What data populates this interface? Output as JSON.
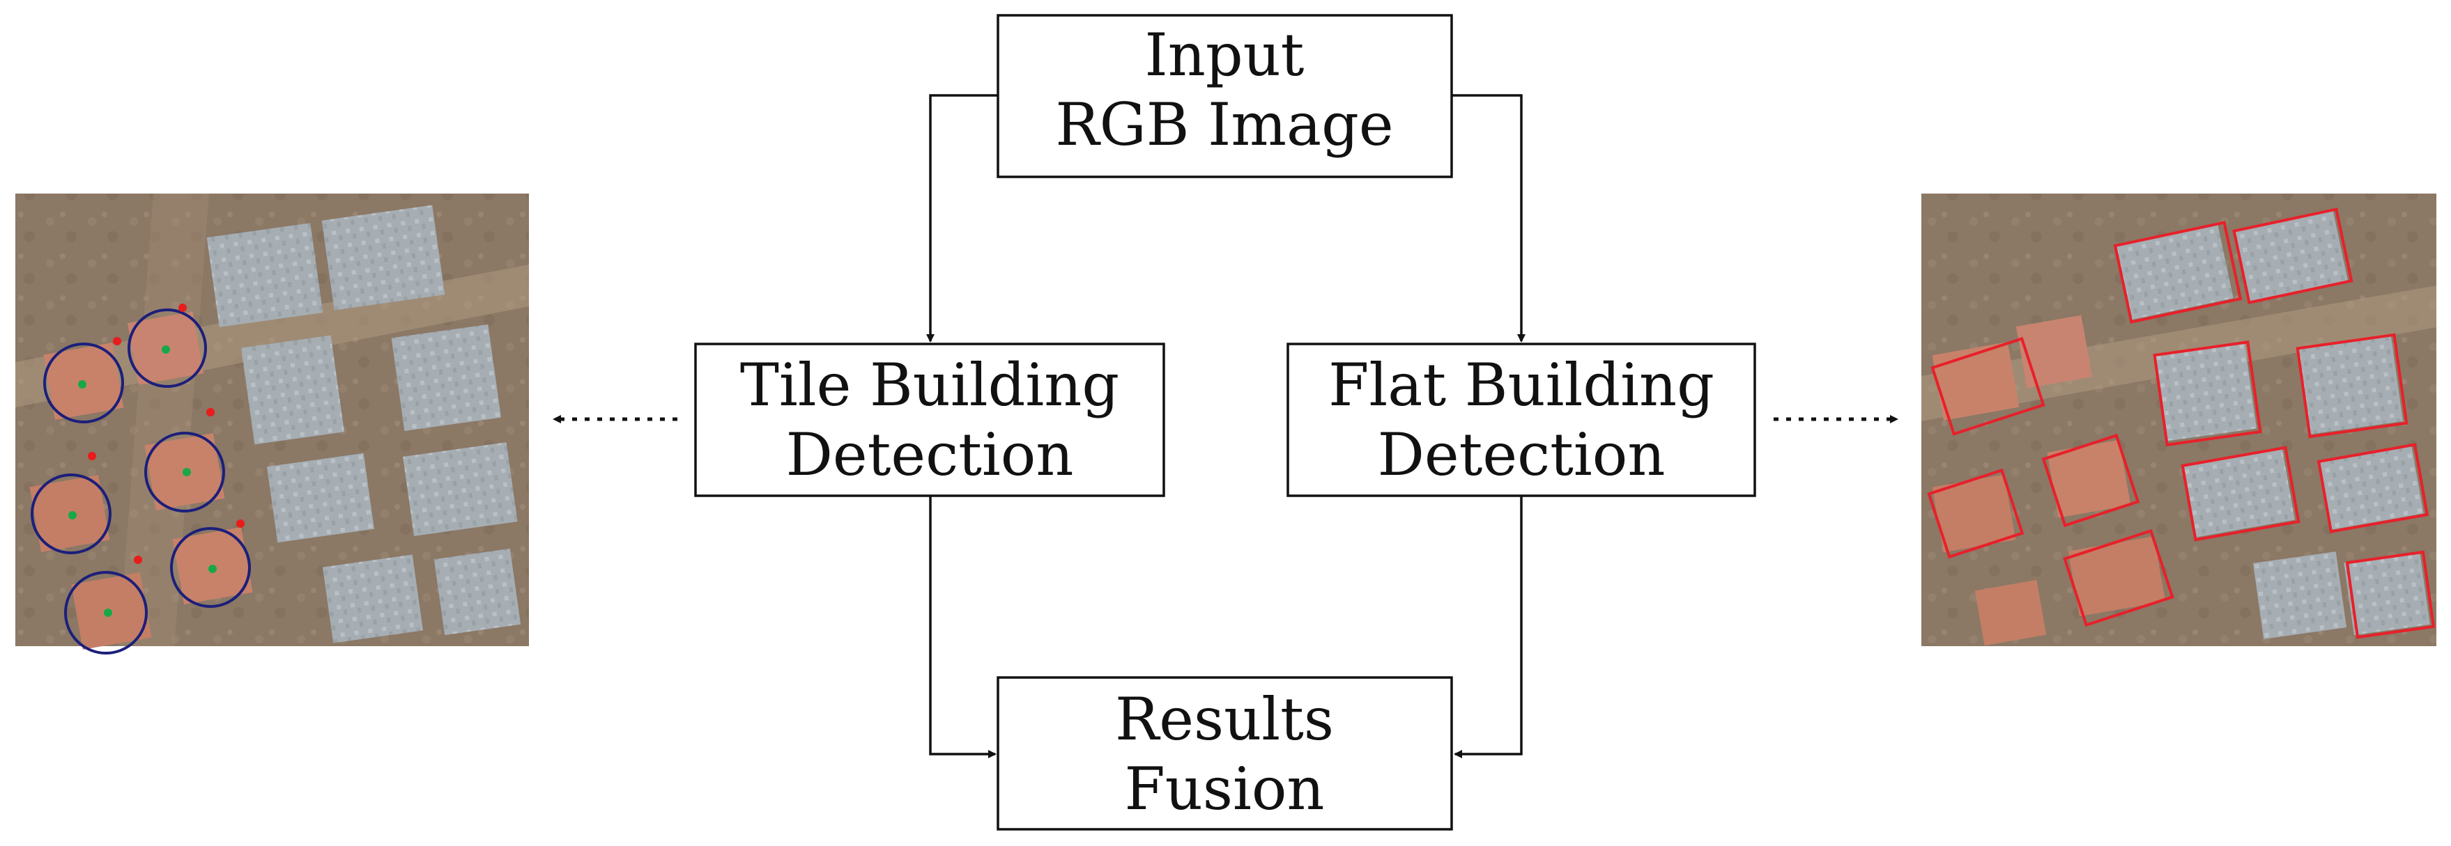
{
  "nodes": {
    "input": {
      "line1": "Input",
      "line2": "RGB Image"
    },
    "tile": {
      "line1": "Tile Building",
      "line2": "Detection"
    },
    "flat": {
      "line1": "Flat Building",
      "line2": "Detection"
    },
    "fusion": {
      "line1": "Results",
      "line2": "Fusion"
    }
  },
  "edges": [
    {
      "from": "input",
      "to": "tile",
      "style": "solid"
    },
    {
      "from": "input",
      "to": "flat",
      "style": "solid"
    },
    {
      "from": "tile",
      "to": "fusion",
      "style": "solid"
    },
    {
      "from": "flat",
      "to": "fusion",
      "style": "solid"
    },
    {
      "from": "tile",
      "to": "tile-detection-result-image",
      "style": "dotted"
    },
    {
      "from": "flat",
      "to": "flat-detection-result-image",
      "style": "dotted"
    }
  ],
  "colors": {
    "box_stroke": "#111111",
    "tile_circle": "#1c1f7a",
    "tile_center_dot": "#18a84a",
    "tile_corner_dot": "#e81c1c",
    "flat_box": "#e8202a",
    "tile_roof": "#c8826a",
    "flat_roof": "#a4adb3",
    "ground": "#8d7a66"
  }
}
